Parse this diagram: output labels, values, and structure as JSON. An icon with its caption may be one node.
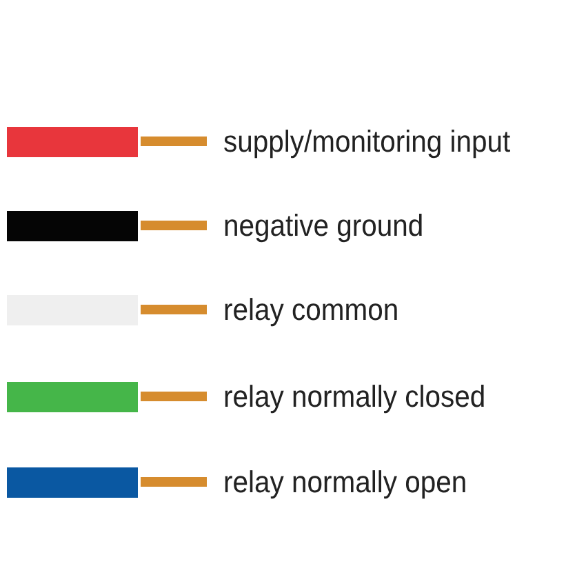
{
  "diagram": {
    "legend": [
      {
        "text": "supply/monitoring input",
        "color": "#e8363c"
      },
      {
        "text": "negative ground",
        "color": "#050505"
      },
      {
        "text": "relay common",
        "color": "#efefef"
      },
      {
        "text": "relay normally closed",
        "color": "#45b649"
      },
      {
        "text": "relay normally open",
        "color": "#0a58a2"
      }
    ]
  }
}
